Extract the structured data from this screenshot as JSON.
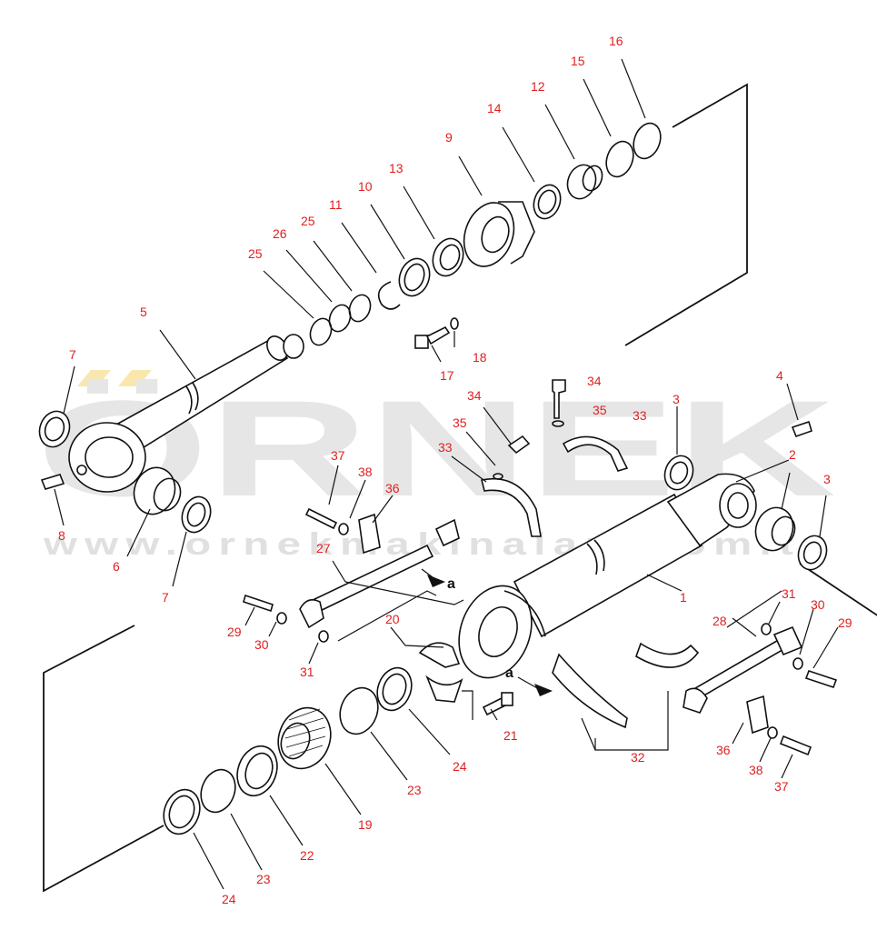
{
  "watermark": {
    "main": "ÖRNEK",
    "sub": "www.ornekmakinalari.com.tr",
    "accent": "#f2c94c"
  },
  "colors": {
    "label": "#e02020",
    "line": "#111111",
    "watermark": "#e6e6e6"
  },
  "callouts": [
    {
      "id": "c16",
      "text": "16"
    },
    {
      "id": "c15",
      "text": "15"
    },
    {
      "id": "c12",
      "text": "12"
    },
    {
      "id": "c14",
      "text": "14"
    },
    {
      "id": "c9",
      "text": "9"
    },
    {
      "id": "c13",
      "text": "13"
    },
    {
      "id": "c10",
      "text": "10"
    },
    {
      "id": "c11",
      "text": "11"
    },
    {
      "id": "c25a",
      "text": "25"
    },
    {
      "id": "c26",
      "text": "26"
    },
    {
      "id": "c25b",
      "text": "25"
    },
    {
      "id": "c5",
      "text": "5"
    },
    {
      "id": "c18",
      "text": "18"
    },
    {
      "id": "c17",
      "text": "17"
    },
    {
      "id": "c7a",
      "text": "7"
    },
    {
      "id": "c8",
      "text": "8"
    },
    {
      "id": "c6",
      "text": "6"
    },
    {
      "id": "c7b",
      "text": "7"
    },
    {
      "id": "c34a",
      "text": "34"
    },
    {
      "id": "c35a",
      "text": "35"
    },
    {
      "id": "c34b",
      "text": "34"
    },
    {
      "id": "c35b",
      "text": "35"
    },
    {
      "id": "c33a",
      "text": "33"
    },
    {
      "id": "c33b",
      "text": "33"
    },
    {
      "id": "c4",
      "text": "4"
    },
    {
      "id": "c3a",
      "text": "3"
    },
    {
      "id": "c2",
      "text": "2"
    },
    {
      "id": "c3b",
      "text": "3"
    },
    {
      "id": "c37a",
      "text": "37"
    },
    {
      "id": "c38a",
      "text": "38"
    },
    {
      "id": "c36a",
      "text": "36"
    },
    {
      "id": "c27",
      "text": "27"
    },
    {
      "id": "c1",
      "text": "1"
    },
    {
      "id": "c29a",
      "text": "29"
    },
    {
      "id": "c30a",
      "text": "30"
    },
    {
      "id": "c31a",
      "text": "31"
    },
    {
      "id": "c20",
      "text": "20"
    },
    {
      "id": "c31b",
      "text": "31"
    },
    {
      "id": "c30b",
      "text": "30"
    },
    {
      "id": "c28",
      "text": "28"
    },
    {
      "id": "c29b",
      "text": "29"
    },
    {
      "id": "c21",
      "text": "21"
    },
    {
      "id": "c24a",
      "text": "24"
    },
    {
      "id": "c23a",
      "text": "23"
    },
    {
      "id": "c32",
      "text": "32"
    },
    {
      "id": "c36b",
      "text": "36"
    },
    {
      "id": "c38b",
      "text": "38"
    },
    {
      "id": "c37b",
      "text": "37"
    },
    {
      "id": "c19",
      "text": "19"
    },
    {
      "id": "c22",
      "text": "22"
    },
    {
      "id": "c23b",
      "text": "23"
    },
    {
      "id": "c24b",
      "text": "24"
    }
  ],
  "markers": [
    {
      "id": "ma",
      "text": "a"
    },
    {
      "id": "mb",
      "text": "a"
    }
  ]
}
